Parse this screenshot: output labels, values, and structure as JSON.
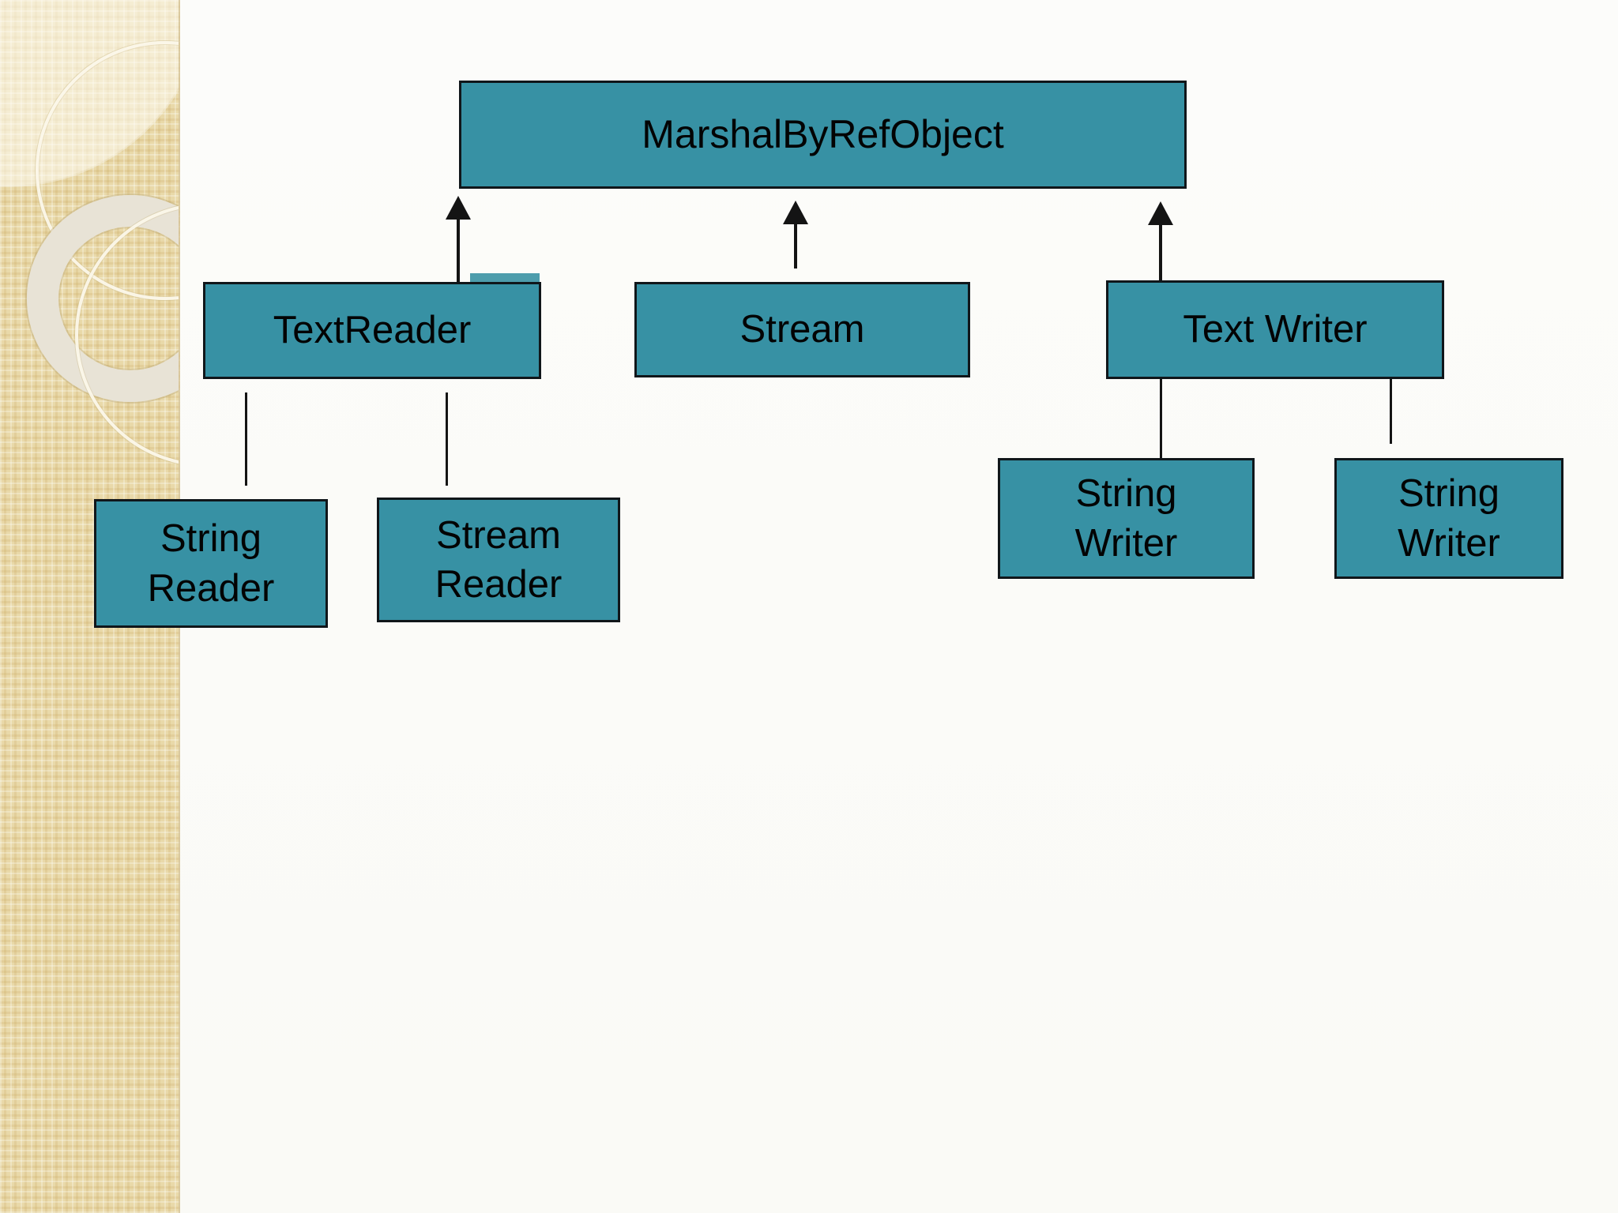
{
  "slide": {
    "background": "#fbfbf9",
    "strip_base_color": "#e9d9a9",
    "node_fill": "#3791a4",
    "node_border": "#10161a",
    "connector_color": "#141414",
    "text_color": "#030303"
  },
  "diagram": {
    "nodes": {
      "marshal": {
        "label": "MarshalByRefObject"
      },
      "textreader": {
        "label": "TextReader"
      },
      "stream": {
        "label": "Stream"
      },
      "textwriter": {
        "label": "Text Writer"
      },
      "stringreader": {
        "line1": "String",
        "line2": "Reader"
      },
      "streamreader": {
        "line1": "Stream",
        "line2": "Reader"
      },
      "stringwriter_left": {
        "line1": "String",
        "line2": "Writer"
      },
      "stringwriter_right": {
        "line1": "String",
        "line2": "Writer"
      }
    },
    "edges": [
      {
        "from": "TextReader",
        "to": "MarshalByRefObject",
        "style": "arrow"
      },
      {
        "from": "Stream",
        "to": "MarshalByRefObject",
        "style": "arrow"
      },
      {
        "from": "Text Writer",
        "to": "MarshalByRefObject",
        "style": "arrow"
      },
      {
        "from": "String Reader",
        "to": "TextReader",
        "style": "line"
      },
      {
        "from": "Stream Reader",
        "to": "TextReader",
        "style": "line"
      },
      {
        "from": "String Writer (left)",
        "to": "Text Writer",
        "style": "line"
      },
      {
        "from": "String Writer (right)",
        "to": "Text Writer",
        "style": "line"
      }
    ]
  }
}
